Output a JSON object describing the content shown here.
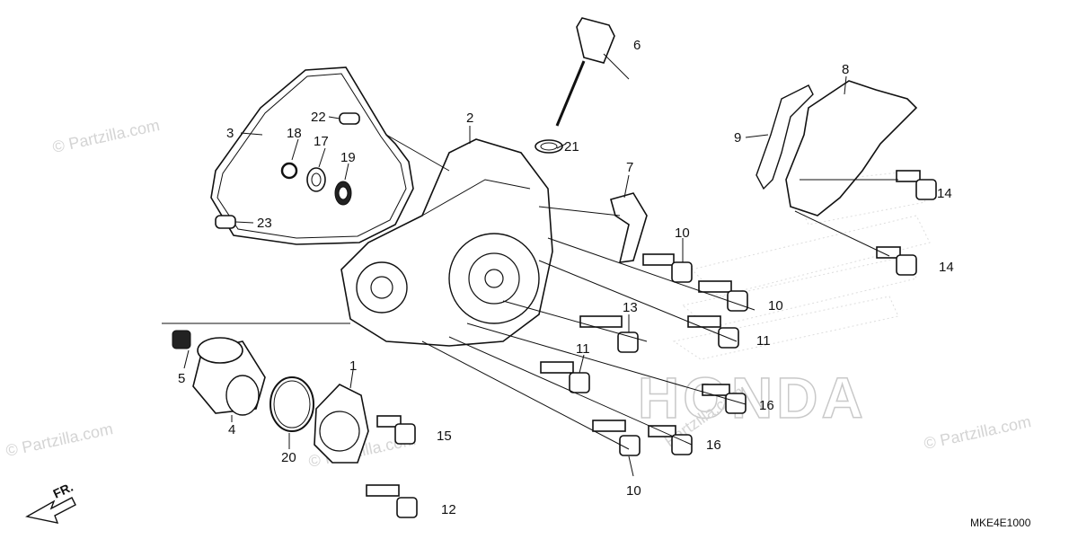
{
  "diagram": {
    "callouts": [
      {
        "id": "c1",
        "label": "1"
      },
      {
        "id": "c2",
        "label": "2"
      },
      {
        "id": "c3",
        "label": "3"
      },
      {
        "id": "c4",
        "label": "4"
      },
      {
        "id": "c5",
        "label": "5"
      },
      {
        "id": "c6",
        "label": "6"
      },
      {
        "id": "c7",
        "label": "7"
      },
      {
        "id": "c8",
        "label": "8"
      },
      {
        "id": "c9",
        "label": "9"
      },
      {
        "id": "c10a",
        "label": "10"
      },
      {
        "id": "c10b",
        "label": "10"
      },
      {
        "id": "c10c",
        "label": "10"
      },
      {
        "id": "c11a",
        "label": "11"
      },
      {
        "id": "c11b",
        "label": "11"
      },
      {
        "id": "c12",
        "label": "12"
      },
      {
        "id": "c13",
        "label": "13"
      },
      {
        "id": "c14a",
        "label": "14"
      },
      {
        "id": "c14b",
        "label": "14"
      },
      {
        "id": "c15",
        "label": "15"
      },
      {
        "id": "c16a",
        "label": "16"
      },
      {
        "id": "c16b",
        "label": "16"
      },
      {
        "id": "c17",
        "label": "17"
      },
      {
        "id": "c18",
        "label": "18"
      },
      {
        "id": "c19",
        "label": "19"
      },
      {
        "id": "c20",
        "label": "20"
      },
      {
        "id": "c21",
        "label": "21"
      },
      {
        "id": "c22",
        "label": "22"
      },
      {
        "id": "c23",
        "label": "23"
      }
    ],
    "diagram_code": "MKE4E1000",
    "direction_label": "FR.",
    "brand_logo_text": "HONDA"
  },
  "watermarks": [
    "© Partzilla.com",
    "© Partzilla.com",
    "© Partzilla.com",
    "© Partzilla.com",
    "Partzilla.com"
  ]
}
